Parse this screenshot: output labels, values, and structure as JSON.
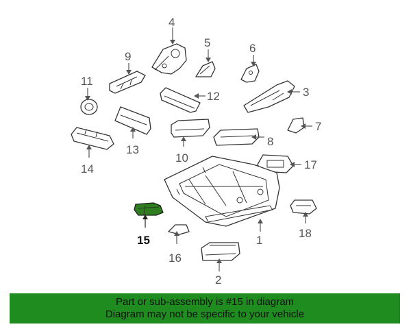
{
  "callouts": {
    "c1": "1",
    "c2": "2",
    "c3": "3",
    "c4": "4",
    "c5": "5",
    "c6": "6",
    "c7": "7",
    "c8": "8",
    "c9": "9",
    "c10": "10",
    "c11": "11",
    "c12": "12",
    "c13": "13",
    "c14": "14",
    "c15": "15",
    "c16": "16",
    "c17": "17",
    "c18": "18"
  },
  "highlight": {
    "part": "15",
    "color": "#2e7d1e"
  },
  "banner": {
    "line1": "Part or sub-assembly is #15 in diagram",
    "line2": "Diagram may not be specific to your vehicle",
    "color": "#1e8c1e"
  }
}
